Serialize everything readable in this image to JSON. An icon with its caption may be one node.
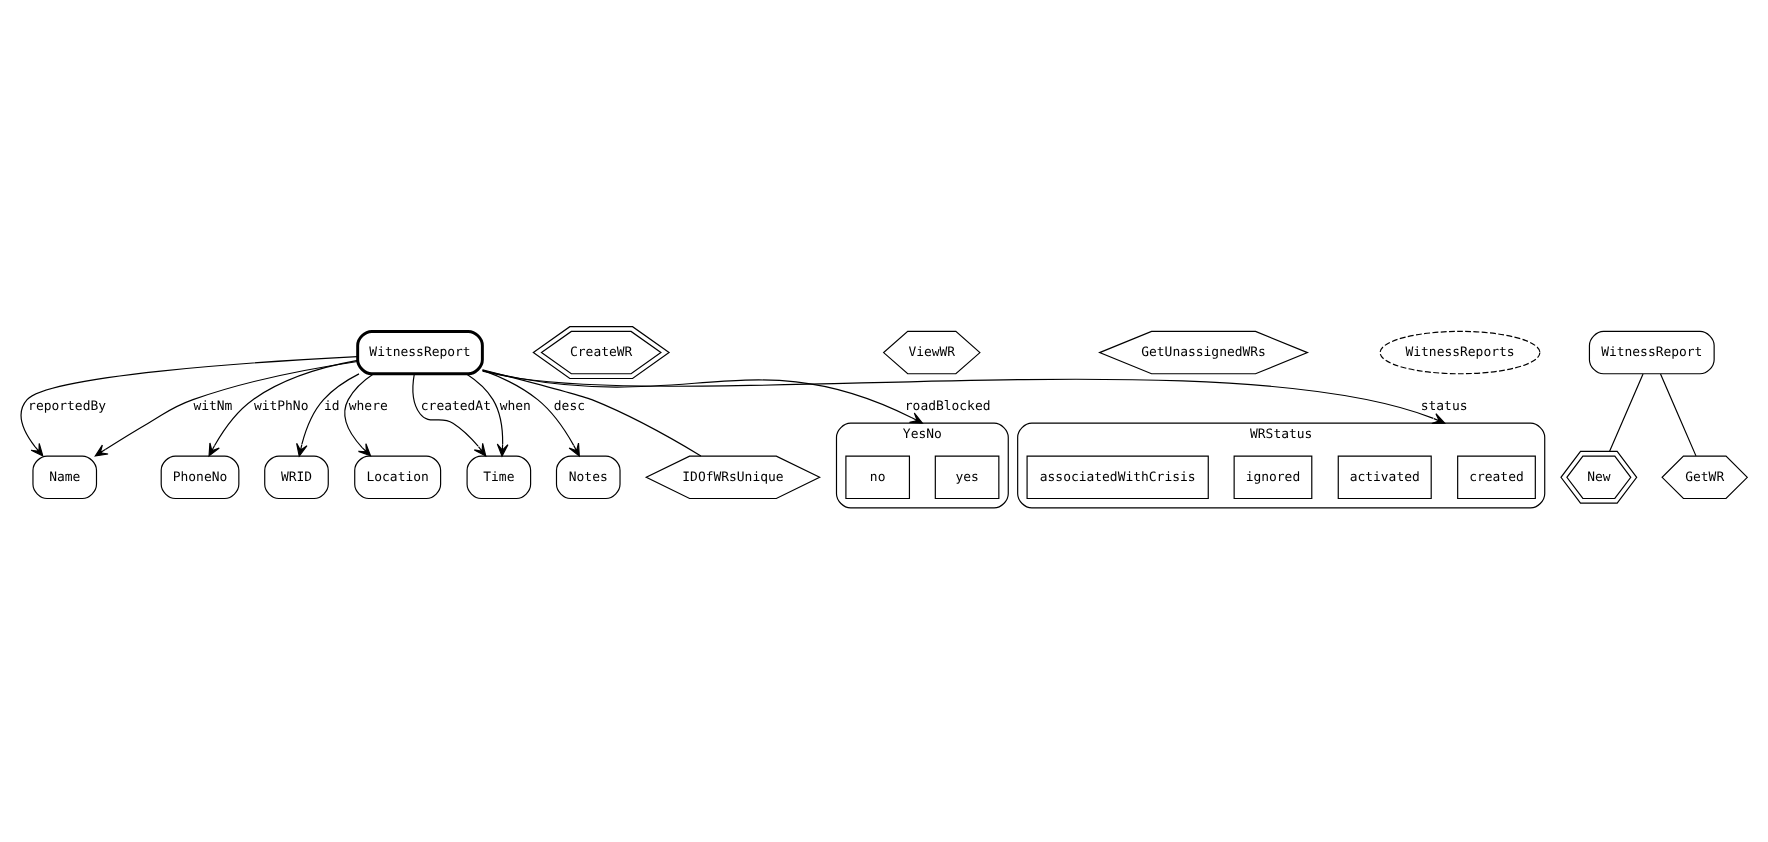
{
  "diagram": {
    "nodes": [
      {
        "text": [
          "Name"
        ]
      },
      {
        "text": [
          "PhoneNo"
        ]
      },
      {
        "text": [
          "WRID"
        ]
      },
      {
        "text": [
          "Location"
        ]
      },
      {
        "text": [
          "WitnessReport"
        ]
      },
      {
        "text": [
          "Time"
        ]
      },
      {
        "text": [
          "Notes"
        ]
      },
      {
        "text": [
          "IDOfWRsUnique"
        ]
      },
      {
        "text": [
          "CreateWR"
        ]
      },
      {
        "text": [
          "ViewWR"
        ]
      },
      {
        "text": [
          "GetUnassignedWRs"
        ]
      },
      {
        "text": [
          "YesNo"
        ]
      },
      {
        "text": [
          "yes"
        ],
        "in": 11
      },
      {
        "text": [
          "no"
        ],
        "in": 11
      },
      {
        "text": [
          "WRStatus"
        ]
      },
      {
        "text": [
          "created"
        ],
        "in": 14
      },
      {
        "text": [
          "activated"
        ],
        "in": 14
      },
      {
        "text": [
          "ignored"
        ],
        "in": 14
      },
      {
        "text": [
          "associatedWithCrisis"
        ],
        "in": 14
      },
      {
        "text": [
          "WitnessReports"
        ]
      },
      {
        "text": [
          "WitnessReport"
        ]
      },
      {
        "text": [
          "New"
        ]
      },
      {
        "text": [
          "GetWR"
        ]
      }
    ],
    "edges": [
      {
        "from": 4,
        "to": 0,
        "arrow": "to",
        "label": "reportedBy"
      },
      {
        "from": 4,
        "to": 0,
        "arrow": "to",
        "label": "witNm"
      },
      {
        "from": 4,
        "to": 1,
        "arrow": "to",
        "label": "witPhNo"
      },
      {
        "from": 4,
        "to": 2,
        "arrow": "to",
        "label": "id"
      },
      {
        "from": 4,
        "to": 3,
        "arrow": "to",
        "label": "where"
      },
      {
        "from": 4,
        "to": 5,
        "arrow": "to",
        "label": "createdAt"
      },
      {
        "from": 4,
        "to": 5,
        "arrow": "to",
        "label": "when"
      },
      {
        "from": 4,
        "to": 6,
        "arrow": "to",
        "label": "desc"
      },
      {
        "from": 4,
        "to": 7,
        "arrow": "none"
      },
      {
        "from": 4,
        "to": 11,
        "arrow": "to",
        "label": "roadBlocked"
      },
      {
        "from": 4,
        "to": 14,
        "arrow": "to",
        "label": "status"
      },
      {
        "from": 20,
        "to": 21,
        "arrow": "none"
      },
      {
        "from": 20,
        "to": 22,
        "arrow": "none"
      }
    ]
  }
}
